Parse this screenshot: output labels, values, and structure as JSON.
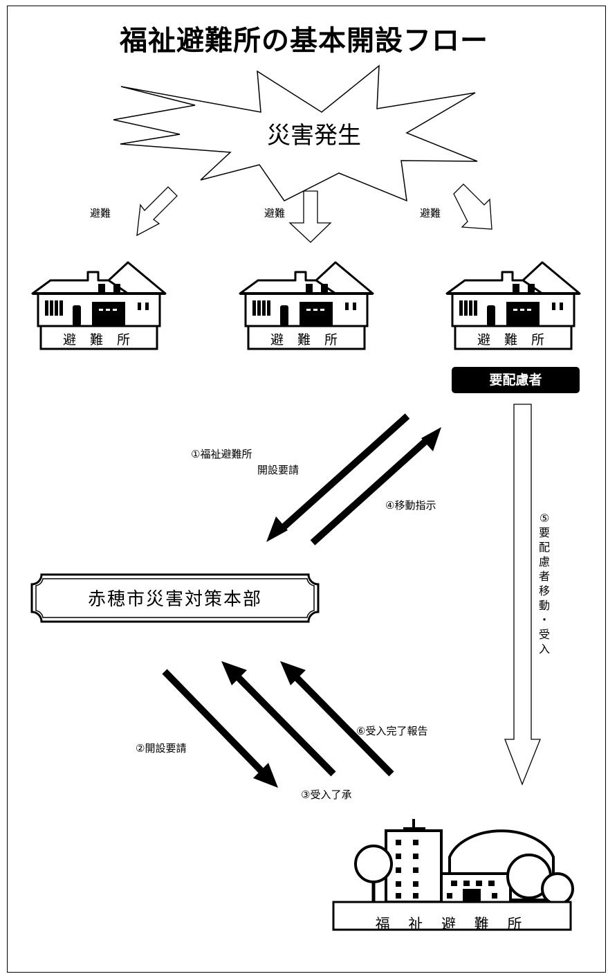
{
  "title": "福祉避難所の基本開設フロー",
  "disaster": "災害発生",
  "evacuation_label": "避難",
  "shelters": [
    "避 難 所",
    "避 難 所",
    "避 難 所"
  ],
  "vulnerable_badge": "要配慮者",
  "hq_label": "赤穂市災害対策本部",
  "steps": {
    "step1_line1": "①福祉避難所",
    "step1_line2": "開設要請",
    "step2": "②開設要請",
    "step3": "③受入了承",
    "step4": "④移動指示",
    "step5": [
      "⑤",
      "要",
      "配",
      "慮",
      "者",
      "移",
      "動",
      "・",
      "受",
      "入"
    ],
    "step6": "⑥受入完了報告"
  },
  "welfare_shelter_label": "福 祉 避 難 所",
  "icons": [
    "explosion-burst-icon",
    "house-icon",
    "welfare-facility-icon"
  ],
  "colors": {
    "ink": "#000000",
    "badge_bg": "#000000",
    "badge_text": "#ffffff"
  }
}
